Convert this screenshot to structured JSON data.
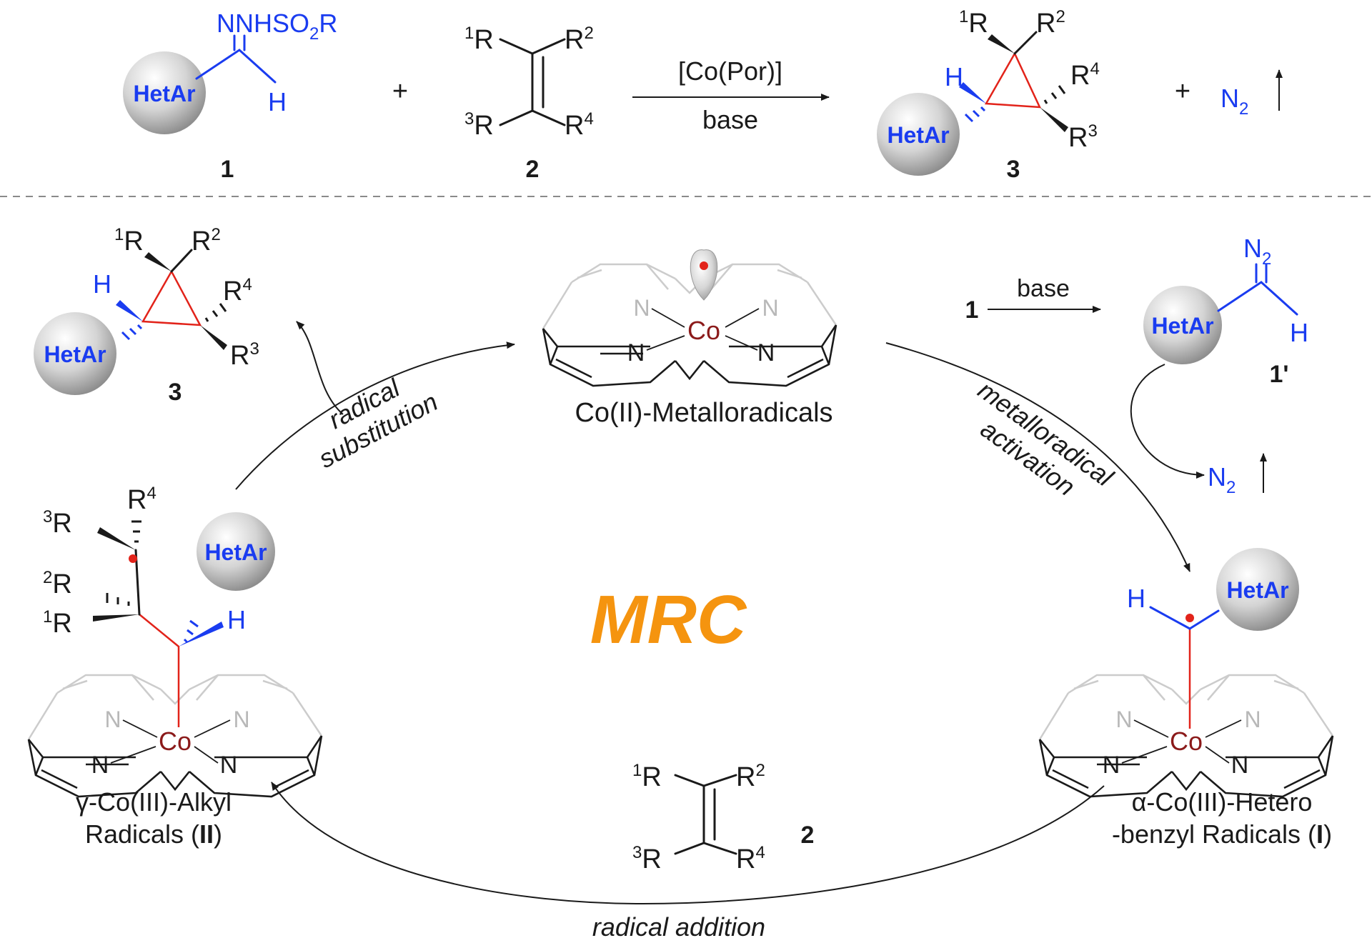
{
  "top": {
    "hydrazone_group": "NNHSO",
    "hydrazone_sub": "2",
    "hydrazone_R": "R",
    "H": "H",
    "hetar": "HetAr",
    "plus": "+",
    "cmpd1": "1",
    "cmpd2": "2",
    "cmpd3": "3",
    "r1_sup": "1",
    "r2_sup": "2",
    "r3_sup": "3",
    "r4_sup": "4",
    "R": "R",
    "reagent": "[Co(Por)]",
    "base": "base",
    "N": "N",
    "n2_sub": "2"
  },
  "cycle": {
    "center_label": "MRC",
    "cobalt": "Co",
    "nitrogen": "N",
    "co_ii_label": "Co(II)-Metalloradicals",
    "radical_substitution_1": "radical",
    "radical_substitution_2": "substitution",
    "metalloradical_1": "metalloradical",
    "metalloradical_2": "activation",
    "radical_addition": "radical addition",
    "gamma_label_1": "γ-Co(III)-Alkyl",
    "gamma_label_2_pre": "Radicals (",
    "gamma_label_2_bold": "II",
    "gamma_label_2_post": ")",
    "alpha_label_1": "α-Co(III)-Hetero",
    "alpha_label_2_pre": "-benzyl Radicals (",
    "alpha_label_2_bold": "I",
    "alpha_label_2_post": ")",
    "cmpd1": "1",
    "cmpd1_prime": "1'",
    "cmpd2": "2",
    "cmpd3": "3",
    "base": "base"
  },
  "colors": {
    "heteroaryl_blue": "#1a3cf0",
    "cobalt_red": "#8b1a1a",
    "radical_dot": "#e2231a",
    "mrc_orange": "#f5940f"
  }
}
